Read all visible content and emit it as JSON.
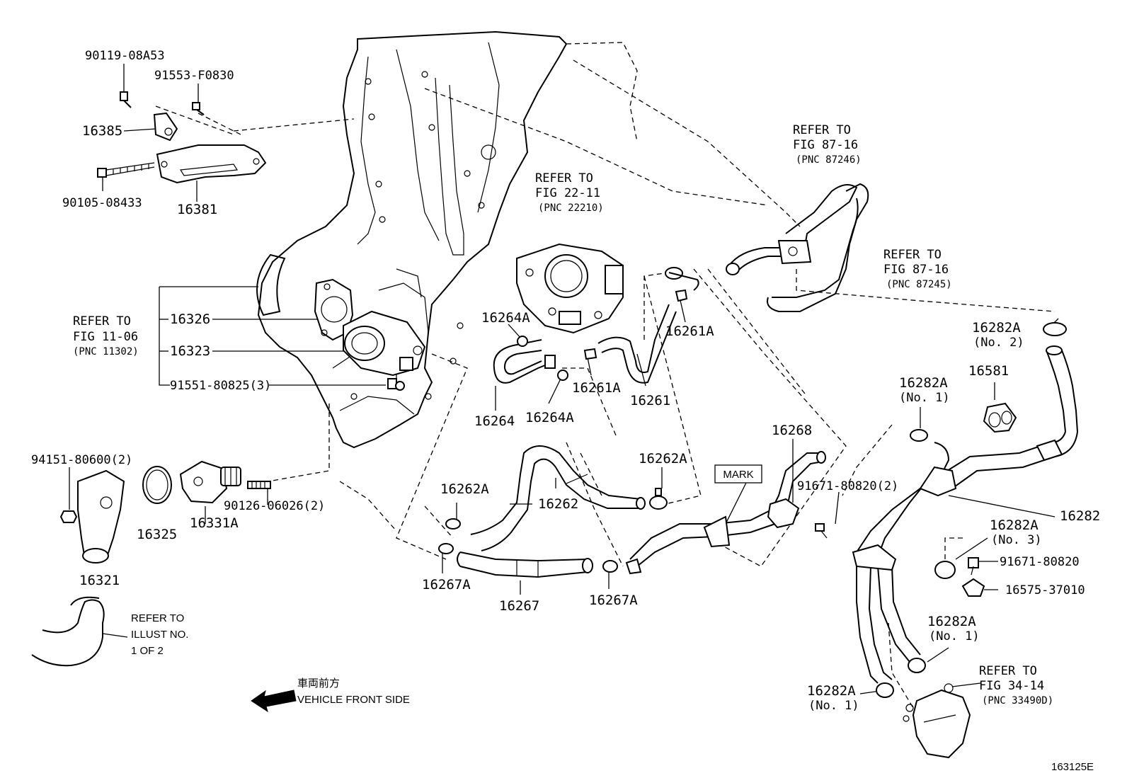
{
  "labels": {
    "p90119": "90119-08A53",
    "p91553": "91553-F0830",
    "p16385": "16385",
    "p90105": "90105-08433",
    "p16381": "16381",
    "p16326": "16326",
    "p16323": "16323",
    "p91551": "91551-80825(3)",
    "p94151": "94151-80600(2)",
    "p16325": "16325",
    "p16331A": "16331A",
    "p90126": "90126-06026(2)",
    "p16321": "16321",
    "p16264A_1": "16264A",
    "p16264": "16264",
    "p16264A_2": "16264A",
    "p16261A_1": "16261A",
    "p16261A_2": "16261A",
    "p16261": "16261",
    "p16262A_1": "16262A",
    "p16262A_2": "16262A",
    "p16262": "16262",
    "p16267A_1": "16267A",
    "p16267": "16267",
    "p16267A_2": "16267A",
    "p16268": "16268",
    "p91671_2": "91671-80820(2)",
    "p16282A_no2": "16282A",
    "p16581": "16581",
    "p16282A_no1a": "16282A",
    "p16282": "16282",
    "p16282A_no3": "16282A",
    "p91671": "91671-80820",
    "p16575": "16575-37010",
    "p16282A_no1b": "16282A",
    "p16282A_no1c": "16282A"
  },
  "sublabels": {
    "no2": "(No. 2)",
    "no1a": "(No. 1)",
    "no3": "(No. 3)",
    "no1b": "(No. 1)",
    "no1c": "(No. 1)"
  },
  "refs": {
    "fig11": {
      "l1": "REFER TO",
      "l2": "FIG 11-06",
      "l3": "(PNC 11302)"
    },
    "fig22": {
      "l1": "REFER TO",
      "l2": "FIG 22-11",
      "l3": "(PNC 22210)"
    },
    "fig87a": {
      "l1": "REFER TO",
      "l2": "FIG 87-16",
      "l3": "(PNC 87246)"
    },
    "fig87b": {
      "l1": "REFER TO",
      "l2": "FIG 87-16",
      "l3": "(PNC 87245)"
    },
    "fig34": {
      "l1": "REFER TO",
      "l2": "FIG 34-14",
      "l3": "(PNC 33490D)"
    },
    "illust": {
      "l1": "REFER TO",
      "l2": "ILLUST NO.",
      "l3": "1 OF 2"
    }
  },
  "mark": "MARK",
  "front_jp": "車両前方",
  "front_en": "VEHICLE FRONT SIDE",
  "figure_id": "163125E"
}
